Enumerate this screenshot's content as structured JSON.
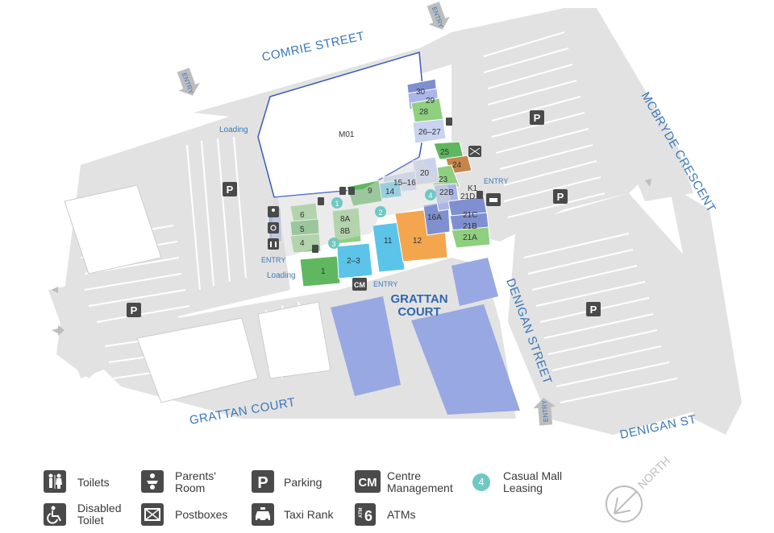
{
  "streets": {
    "comrie": "COMRIE STREET",
    "mcbryde": "MCBRYDE CRESCENT",
    "denigan_street": "DENIGAN STREET",
    "denigan_st": "DENIGAN ST",
    "grattan_road": "GRATTAN COURT"
  },
  "centre_name_line1": "GRATTAN",
  "centre_name_line2": "COURT",
  "entry_label": "ENTRY",
  "loading_label": "Loading",
  "parking_letter": "P",
  "north_label": "NORTH",
  "cm_label": "CM",
  "shops": {
    "m01": "M01",
    "s30": "30",
    "s29": "29",
    "s28": "28",
    "s26_27": "26–27",
    "s25": "25",
    "s24": "24",
    "s23": "23",
    "s20": "20",
    "s15_16": "15–16",
    "s14": "14",
    "s9": "9",
    "s6": "6",
    "s5": "5",
    "s4": "4",
    "s8a": "8A",
    "s8b": "8B",
    "s1": "1",
    "s2_3": "2–3",
    "s11": "11",
    "s12": "12",
    "s16a": "16A",
    "s22b": "22B",
    "k1": "K1",
    "s21d": "21D",
    "s21c": "21C",
    "s21b": "21B",
    "s21a": "21A"
  },
  "casual_leasing_spots": {
    "a": "1",
    "b": "2",
    "c": "3",
    "d": "4"
  },
  "legend": {
    "toilets": "Toilets",
    "parents_room": "Parents'\nRoom",
    "parking": "Parking",
    "centre_management": "Centre\nManagement",
    "casual_mall_leasing": "Casual Mall\nLeasing",
    "casual_mall_number": "4",
    "disabled_toilet": "Disabled\nToilet",
    "postboxes": "Postboxes",
    "taxi_rank": "Taxi Rank",
    "atms": "ATMs",
    "atm_number": "6",
    "atm_small": "ATM"
  },
  "colors": {
    "road": "#e2e2e2",
    "green": "#5fb760",
    "light_green": "#8fcf80",
    "blue": "#5bc4e8",
    "orange": "#f3a64e",
    "purple": "#7f8fd0",
    "lavender": "#a9b6e6",
    "brown": "#c8854a",
    "teal": "#6fc9c2",
    "text_blue": "#3a78b8"
  }
}
